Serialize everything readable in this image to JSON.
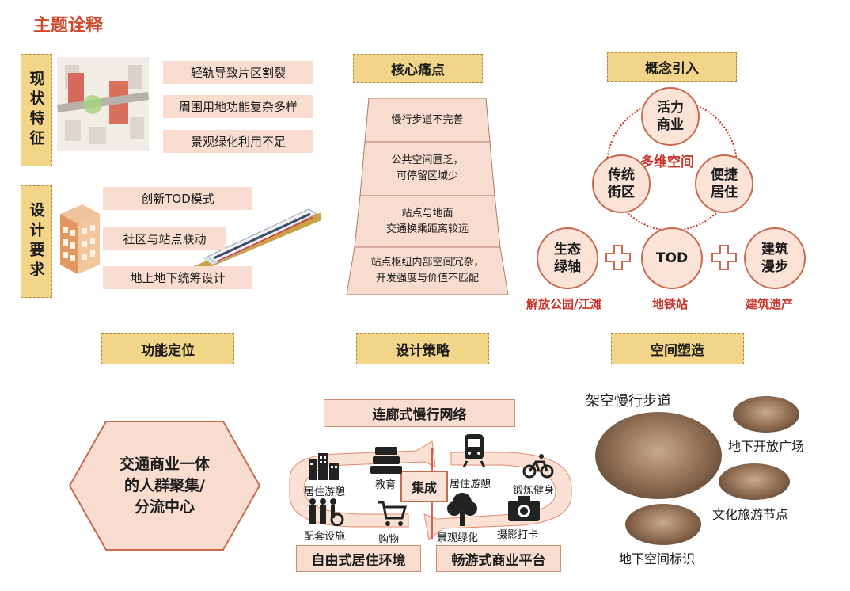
{
  "title": "主题诠释",
  "current": {
    "label": "现状特征",
    "items": [
      "轻轨导致片区割裂",
      "周围用地功能复杂多样",
      "景观绿化利用不足"
    ]
  },
  "design": {
    "label": "设计要求",
    "items": [
      "创新TOD模式",
      "社区与站点联动",
      "地上地下统筹设计"
    ]
  },
  "pain": {
    "tag": "核心痛点",
    "items": [
      "慢行步道不完善",
      "公共空间匮乏，\n可停留区域少",
      "站点与地面\n交通换乘距离较远",
      "站点枢纽内部空间冗杂，\n开发强度与价值不匹配"
    ]
  },
  "concept": {
    "tag": "概念引入",
    "ring_center": "多维空间",
    "top": "活力\n商业",
    "left": "传统\n街区",
    "right": "便捷\n居住",
    "eco": "生态\n绿轴",
    "tod": "TOD",
    "arch": "建筑\n漫步",
    "eco_label": "解放公园/江滩",
    "tod_label": "地铁站",
    "arch_label": "建筑遗产"
  },
  "function": {
    "tag": "功能定位",
    "hex_text": "交通商业一体\n的人群聚集/\n分流中心"
  },
  "strategy": {
    "tag": "设计策略",
    "top_band": "连廊式慢行网络",
    "center": "集成",
    "bottom_left": "自由式居住环境",
    "bottom_right": "畅游式商业平台",
    "icons": [
      "居住游憩",
      "教育",
      "配套设施",
      "购物",
      "居住游憩",
      "锻炼健身",
      "景观绿化",
      "摄影打卡"
    ]
  },
  "space": {
    "tag": "空间塑造",
    "labels": [
      "架空慢行步道",
      "地下开放广场",
      "文化旅游节点",
      "地下空间标识"
    ]
  }
}
